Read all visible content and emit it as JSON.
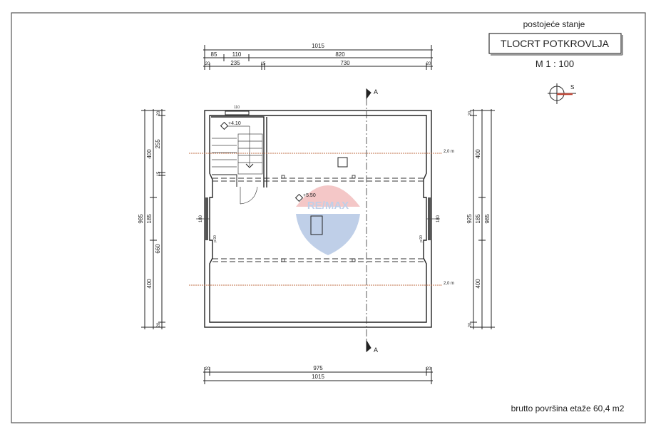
{
  "title_block": {
    "subtitle": "postojeće stanje",
    "title": "TLOCRT POTKROVLJA",
    "scale": "M  1 : 100",
    "north_label": "S"
  },
  "area_note": "brutto površina etaže 60,4 m2",
  "dimensions": {
    "top": {
      "total": "1015",
      "row2": [
        "85",
        "110",
        "820"
      ],
      "row3": [
        "20",
        "235",
        "15",
        "730",
        "20"
      ]
    },
    "bottom": {
      "inner": "975",
      "total": "1015",
      "ends": [
        "20",
        "20"
      ]
    },
    "left": {
      "total": "985",
      "row2": [
        "400",
        "185",
        "400"
      ],
      "row3": [
        "20",
        "255",
        "15",
        "660",
        "20"
      ]
    },
    "right": {
      "total": "985",
      "row2": [
        "400",
        "185",
        "400"
      ],
      "row1": [
        "20",
        "925",
        "20"
      ]
    }
  },
  "plan": {
    "levels": [
      "+4.10",
      "+5.50"
    ],
    "height_lines": [
      "2,0 m",
      "2,0 m"
    ],
    "section_mark": "A",
    "window_labels": [
      "180",
      "p.90",
      "180",
      "p.90",
      "110"
    ],
    "watermark": "RE/MAX"
  },
  "colors": {
    "height_line": "#c0704a",
    "watermark_red": "#e06060",
    "watermark_blue": "#4a78c0"
  }
}
